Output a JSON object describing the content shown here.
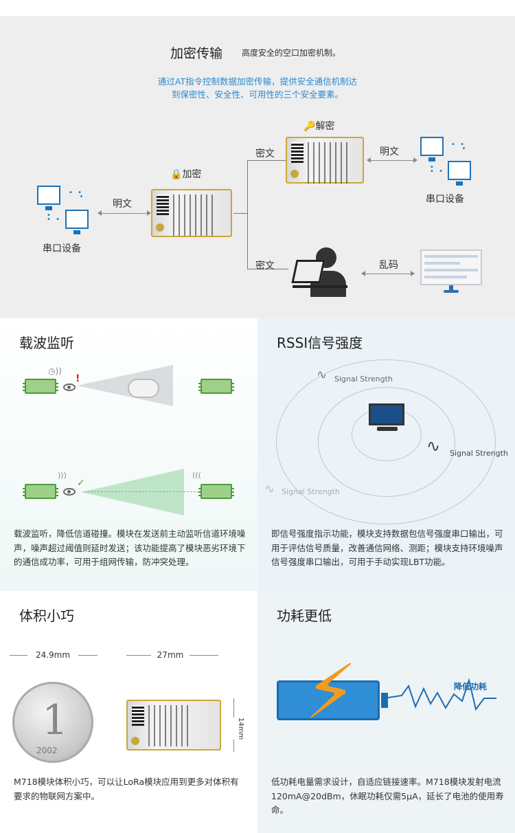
{
  "sec1": {
    "title": "加密传输",
    "subtitle": "高度安全的空口加密机制。",
    "desc_line1": "通过AT指令控制数据加密传输，提供安全通信机制达",
    "desc_line2": "到保密性、安全性、可用性的三个安全要素。",
    "encrypt_label": "加密",
    "decrypt_label": "解密",
    "plaintext_left": "明文",
    "plaintext_right": "明文",
    "cipher_top": "密文",
    "cipher_bottom": "密文",
    "garbled": "乱码",
    "serial_left": "串口设备",
    "serial_right": "串口设备",
    "lock_icon": "lock-icon",
    "key_icon": "key-icon"
  },
  "carrier": {
    "title": "载波监听",
    "body": "载波监听，降低信道碰撞。模块在发送前主动监听信道环境噪声，噪声超过阈值则延时发送；该功能提高了模块恶劣环境下的通信成功率，可用于组网传输，防冲突处理。",
    "accent": "#4e9a3a"
  },
  "rssi": {
    "title": "RSSI信号强度",
    "signal_label_1": "Signal Strength",
    "signal_label_2": "Signal Strength",
    "signal_label_3": "Signal Strength",
    "body": "即信号强度指示功能，模块支持数据包信号强度串口输出，可用于评估信号质量，改善通信网络、测距；模块支持环境噪声信号强度串口输出，可用于手动实现LBT功能。"
  },
  "size": {
    "title": "体积小巧",
    "coin_width": "24.9mm",
    "module_width": "27mm",
    "module_height": "14mm",
    "coin_text": "1",
    "coin_year": "2002",
    "body": "M718模块体积小巧，可以让LoRa模块应用到更多对体积有要求的物联网方案中。"
  },
  "power": {
    "title": "功耗更低",
    "wave_label": "降低功耗",
    "body": "低功耗电量需求设计，自适应链接速率。M718模块发射电流120mA@20dBm，休眠功耗仅需5μA，延长了电池的使用寿命。",
    "accent": "#f39b1e"
  }
}
